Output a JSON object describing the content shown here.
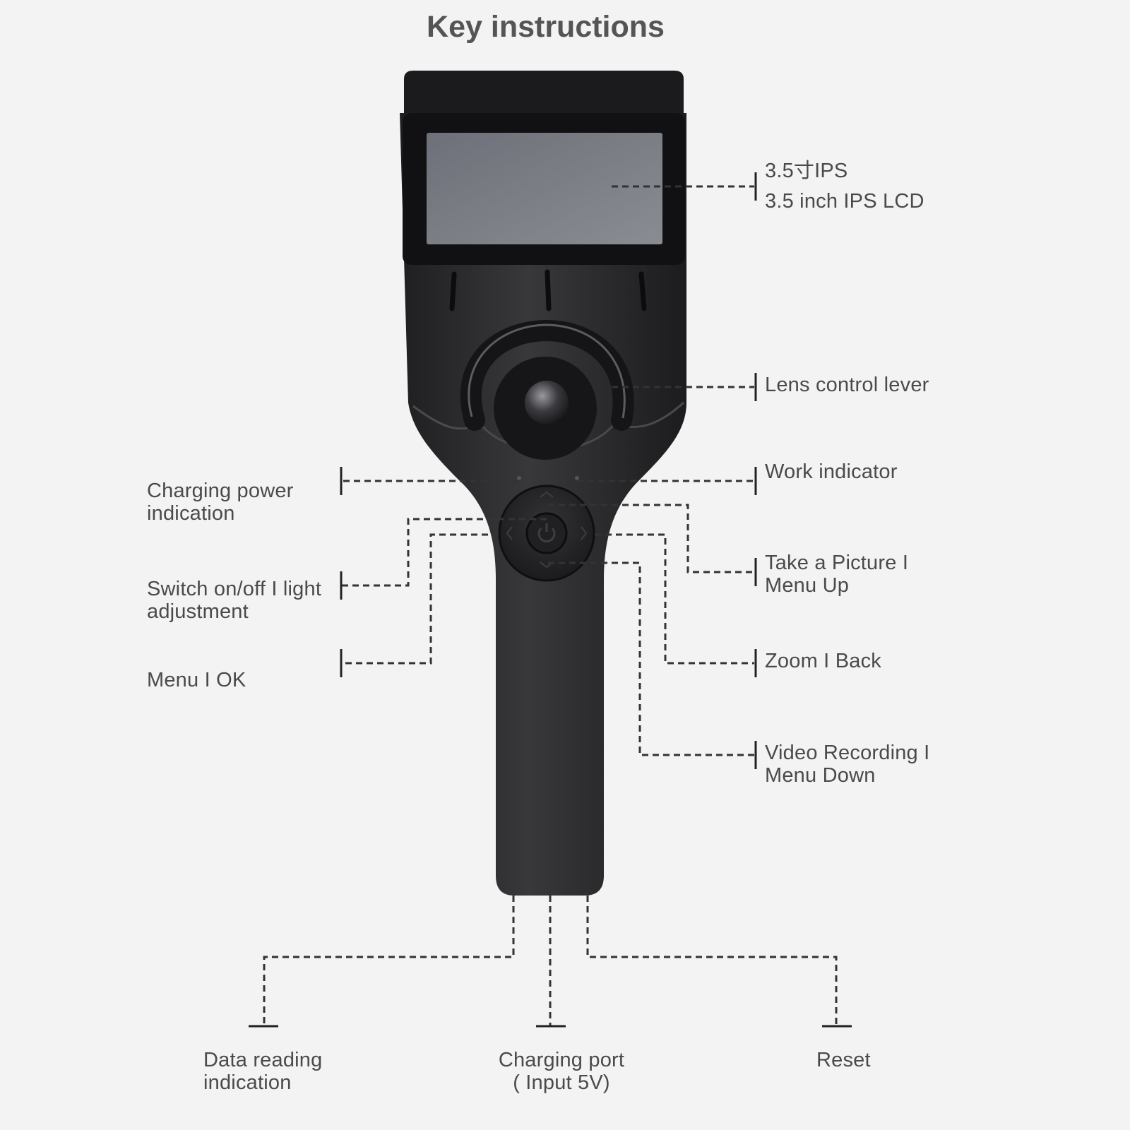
{
  "title": "Key instructions",
  "labels": {
    "lcd": {
      "line1": "3.5寸IPS",
      "line2": "3.5 inch IPS LCD"
    },
    "lens_lever": {
      "line1": "Lens control lever"
    },
    "work_indicator": {
      "line1": "Work indicator"
    },
    "picture_up": {
      "line1": "Take a Picture I",
      "line2": "Menu Up"
    },
    "zoom_back": {
      "line1": "Zoom I Back"
    },
    "video_down": {
      "line1": "Video Recording I",
      "line2": "Menu Down"
    },
    "charging_power": {
      "line1": "Charging power",
      "line2": "indication"
    },
    "switch_light": {
      "line1": "Switch on/off I light",
      "line2": "adjustment"
    },
    "menu_ok": {
      "line1": "Menu I OK"
    },
    "data_reading": {
      "line1": "Data reading",
      "line2": "indication"
    },
    "charging_port": {
      "line1": "Charging port",
      "line2": "( Input 5V)"
    },
    "reset": {
      "line1": "Reset"
    }
  },
  "colors": {
    "background": "#f3f3f3",
    "device_body": "#2b2b2d",
    "screen": "#7d8088",
    "leader_line": "#333333",
    "text": "#4a4a4a"
  },
  "icons": [
    "power-icon",
    "chevron-up-icon",
    "chevron-down-icon",
    "chevron-left-icon",
    "chevron-right-icon"
  ]
}
